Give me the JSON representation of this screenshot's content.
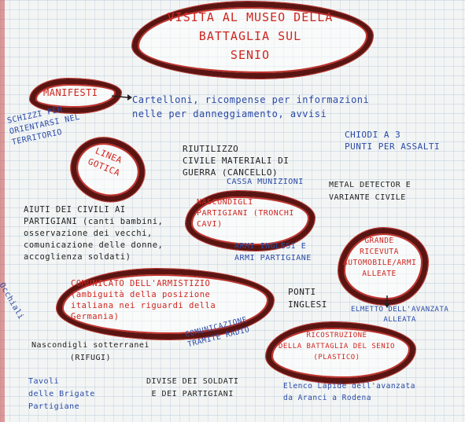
{
  "title": {
    "lines": [
      "VISITA AL MUSEO DELLA",
      "BATTAGLIA SUL",
      "SENIO"
    ]
  },
  "manifesti": {
    "label": "MANIFESTI",
    "note_lines": [
      "Cartelloni, ricompense per informazioni",
      "nelle per danneggiamento, avvisi"
    ]
  },
  "schizzi": {
    "lines": [
      "SCHIZZI PER",
      "ORIENTARSI NEL",
      "TERRITORIO"
    ]
  },
  "chiodi": {
    "lines": [
      "CHIODI A 3",
      "PUNTI PER ASSALTI"
    ]
  },
  "linea_gotica": {
    "lines": [
      "LINEA",
      "GOTICA"
    ]
  },
  "riutilizzo": {
    "lines": [
      "RIUTILIZZO",
      "CIVILE MATERIALI DI",
      "GUERRA (CANCELLO)"
    ],
    "sub": "CASSA MUNIZIONI"
  },
  "metal_detector": {
    "lines": [
      "METAL DETECTOR E",
      "VARIANTE CIVILE"
    ]
  },
  "aiuti": {
    "lines": [
      "AIUTI DEI CIVILI AI",
      "PARTIGIANI (canti bambini,",
      "osservazione dei vecchi,",
      "comunicazione delle donne,",
      "accoglienza soldati)"
    ]
  },
  "nascondigli_partigiani": {
    "lines": [
      "NASCONDIGLI",
      "PARTIGIANI (TRONCHI",
      "CAVI)"
    ]
  },
  "armi": {
    "lines": [
      "ARMI INGLESI E",
      "ARMI PARTIGIANE"
    ]
  },
  "grande_ricevuta": {
    "lines": [
      "GRANDE",
      "RICEVUTA",
      "AUTOMOBILE/ARMI",
      "ALLEATE"
    ]
  },
  "occhiali": {
    "label": "Occhiali"
  },
  "comunicato": {
    "lines": [
      "COMUNICATO DELL'ARMISTIZIO",
      "(ambiguità della posizione",
      "italiana nei riguardi della",
      "Germania)"
    ]
  },
  "ponti": {
    "lines": [
      "PONTI",
      "INGLESI"
    ]
  },
  "elmetto": {
    "lines": [
      "ELMETTO DELL'AVANZATA",
      "ALLEATA"
    ]
  },
  "nascondigli_sotterranei": {
    "lines": [
      "Nascondigli sotterranei",
      "(RIFUGI)"
    ]
  },
  "comunicazione": {
    "lines": [
      "COMUNICAZIONE",
      "TRAMITE RADIO"
    ]
  },
  "ricostruzione": {
    "lines": [
      "RICOSTRUZIONE",
      "DELLA BATTAGLIA DEL SENIO",
      "(PLASTICO)"
    ]
  },
  "divise": {
    "lines": [
      "DIVISE DEI SOLDATI",
      "E DEI PARTIGIANI"
    ]
  },
  "tavoli": {
    "lines": [
      "Tavoli",
      "delle Brigate",
      "Partigiane"
    ]
  },
  "elenco": {
    "lines": [
      "Elenco Lapide dell'avanzata",
      "da Aranci a Rodena"
    ]
  }
}
